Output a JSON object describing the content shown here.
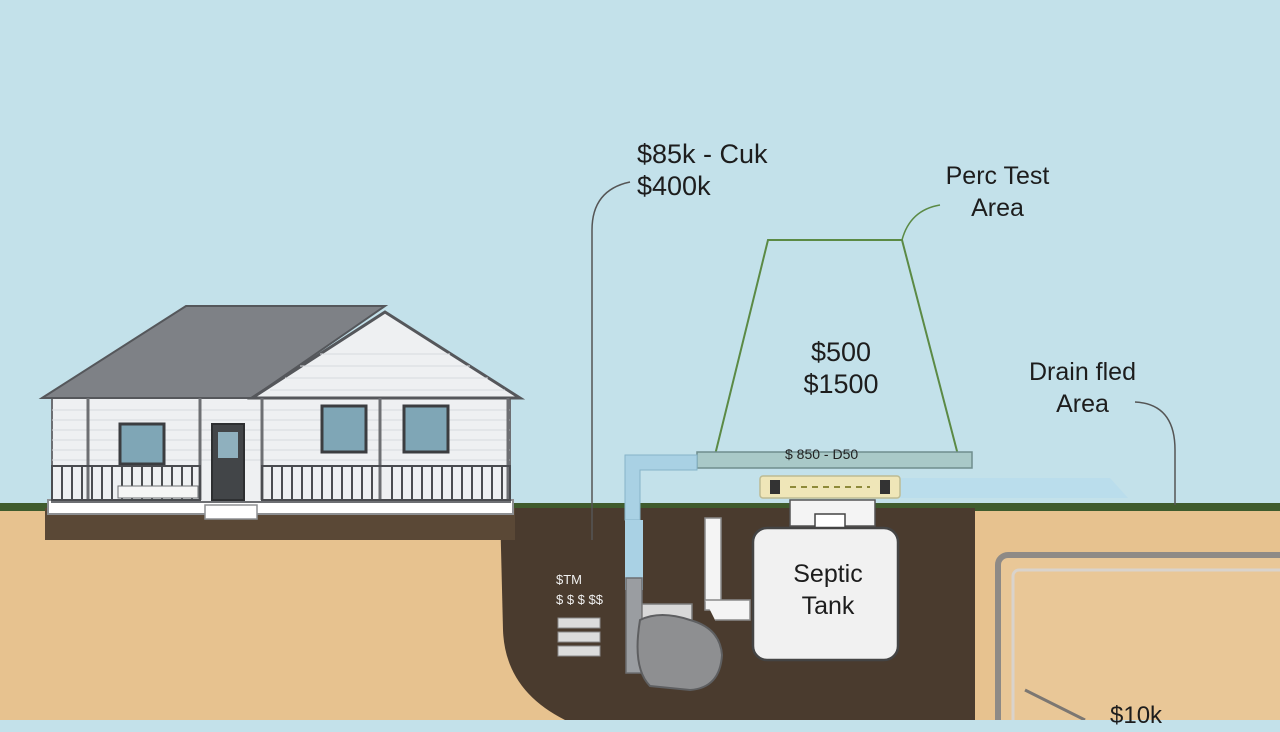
{
  "labels": {
    "house_cost_line1": "$85k - Cuk",
    "house_cost_line2": "$400k",
    "perc_test_line1": "Perc Test",
    "perc_test_line2": "Area",
    "perc_cost_line1": "$500",
    "perc_cost_line2": "$1500",
    "drain_field_line1": "Drain fled",
    "drain_field_line2": "Area",
    "tank_label_line1": "Septic",
    "tank_label_line2": "Tank",
    "pipe_cost": "$ 850 - D50",
    "tank_size_line1": "$TM",
    "tank_size_line2": "$ $ $ $$",
    "bottom_cost": "$10k"
  },
  "colors": {
    "sky": "#c3e1ea",
    "soil": "#e7c28f",
    "dark_soil": "#4a3b2e",
    "grass": "#3f5b2d",
    "roof": "#7e8186",
    "siding": "#eef0f2",
    "tank": "#f1f1f1",
    "pipe": "#a9d1e4",
    "perc_outline": "#5b8a45"
  },
  "icons": {
    "house": "house-icon",
    "tank": "septic-tank-icon",
    "pipe": "pipe-icon",
    "rock": "rock-icon"
  }
}
